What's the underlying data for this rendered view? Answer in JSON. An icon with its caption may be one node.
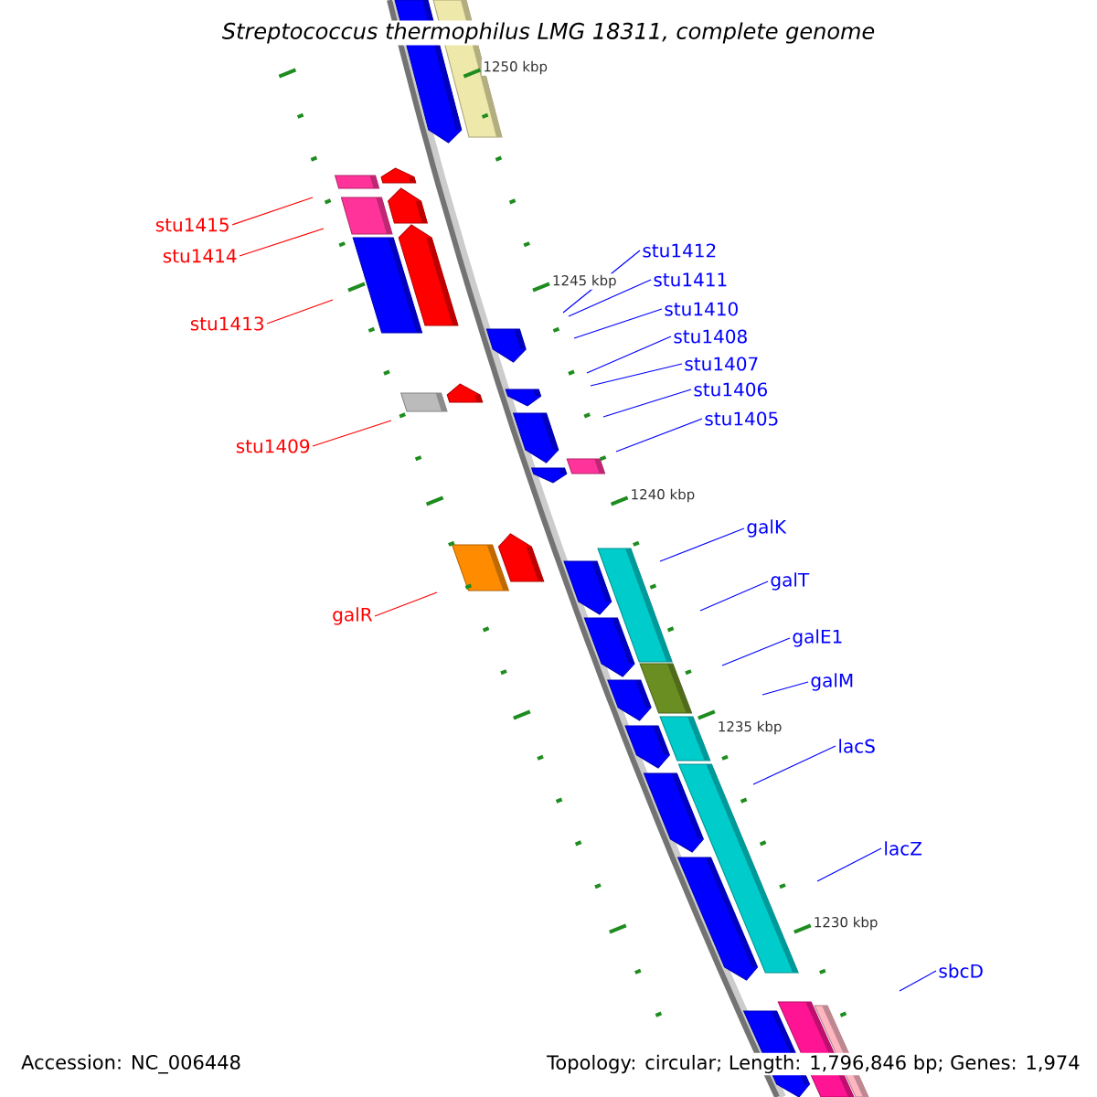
{
  "diagram": {
    "title": "Streptococcus thermophilus LMG 18311, complete genome",
    "nodes": [
      {
        "text": [
          "stu1415"
        ]
      },
      {
        "text": [
          "stu1412"
        ]
      },
      {
        "text": [
          "stu1414"
        ]
      },
      {
        "text": [
          "stu1411"
        ]
      },
      {
        "text": [
          "stu1410"
        ]
      },
      {
        "text": [
          "stu1413"
        ]
      },
      {
        "text": [
          "stu1408"
        ]
      },
      {
        "text": [
          "stu1407"
        ]
      },
      {
        "text": [
          "stu1406"
        ]
      },
      {
        "text": [
          "stu1405"
        ]
      },
      {
        "text": [
          "stu1409"
        ]
      },
      {
        "text": [
          "galK"
        ]
      },
      {
        "text": [
          "galT"
        ]
      },
      {
        "text": [
          "galR"
        ]
      },
      {
        "text": [
          "galE1"
        ]
      },
      {
        "text": [
          "galM"
        ]
      },
      {
        "text": [
          "lacS"
        ]
      },
      {
        "text": [
          "lacZ"
        ]
      },
      {
        "text": [
          "sbcD"
        ]
      }
    ],
    "edges": [
      {
        "from": 0,
        "to": null,
        "arrow": "none",
        "color": "#ff0000"
      },
      {
        "from": 1,
        "to": null,
        "arrow": "none"
      },
      {
        "from": 2,
        "to": null,
        "arrow": "none",
        "color": "#ff0000"
      },
      {
        "from": 3,
        "to": null,
        "arrow": "none"
      },
      {
        "from": 4,
        "to": null,
        "arrow": "none"
      },
      {
        "from": 5,
        "to": null,
        "arrow": "none",
        "color": "#ff0000"
      },
      {
        "from": 6,
        "to": null,
        "arrow": "none"
      },
      {
        "from": 7,
        "to": null,
        "arrow": "none"
      },
      {
        "from": 8,
        "to": null,
        "arrow": "none"
      },
      {
        "from": 9,
        "to": null,
        "arrow": "none"
      },
      {
        "from": 10,
        "to": null,
        "arrow": "none",
        "color": "#ff0000"
      },
      {
        "from": 11,
        "to": null,
        "arrow": "none"
      },
      {
        "from": 12,
        "to": null,
        "arrow": "none"
      },
      {
        "from": 13,
        "to": null,
        "arrow": "none",
        "color": "#ff0000"
      },
      {
        "from": 14,
        "to": null,
        "arrow": "none"
      },
      {
        "from": 15,
        "to": null,
        "arrow": "none"
      },
      {
        "from": 16,
        "to": null,
        "arrow": "none"
      },
      {
        "from": 17,
        "to": null,
        "arrow": "none"
      },
      {
        "from": 18,
        "to": null,
        "arrow": "none"
      }
    ],
    "labels": [
      "1250 kbp",
      "1245 kbp",
      "1240 kbp",
      "1235 kbp",
      "1230 kbp",
      "Accession: NC_006448",
      "Topology: circular; Length: 1,796,846 bp; Genes: 1,974"
    ]
  }
}
